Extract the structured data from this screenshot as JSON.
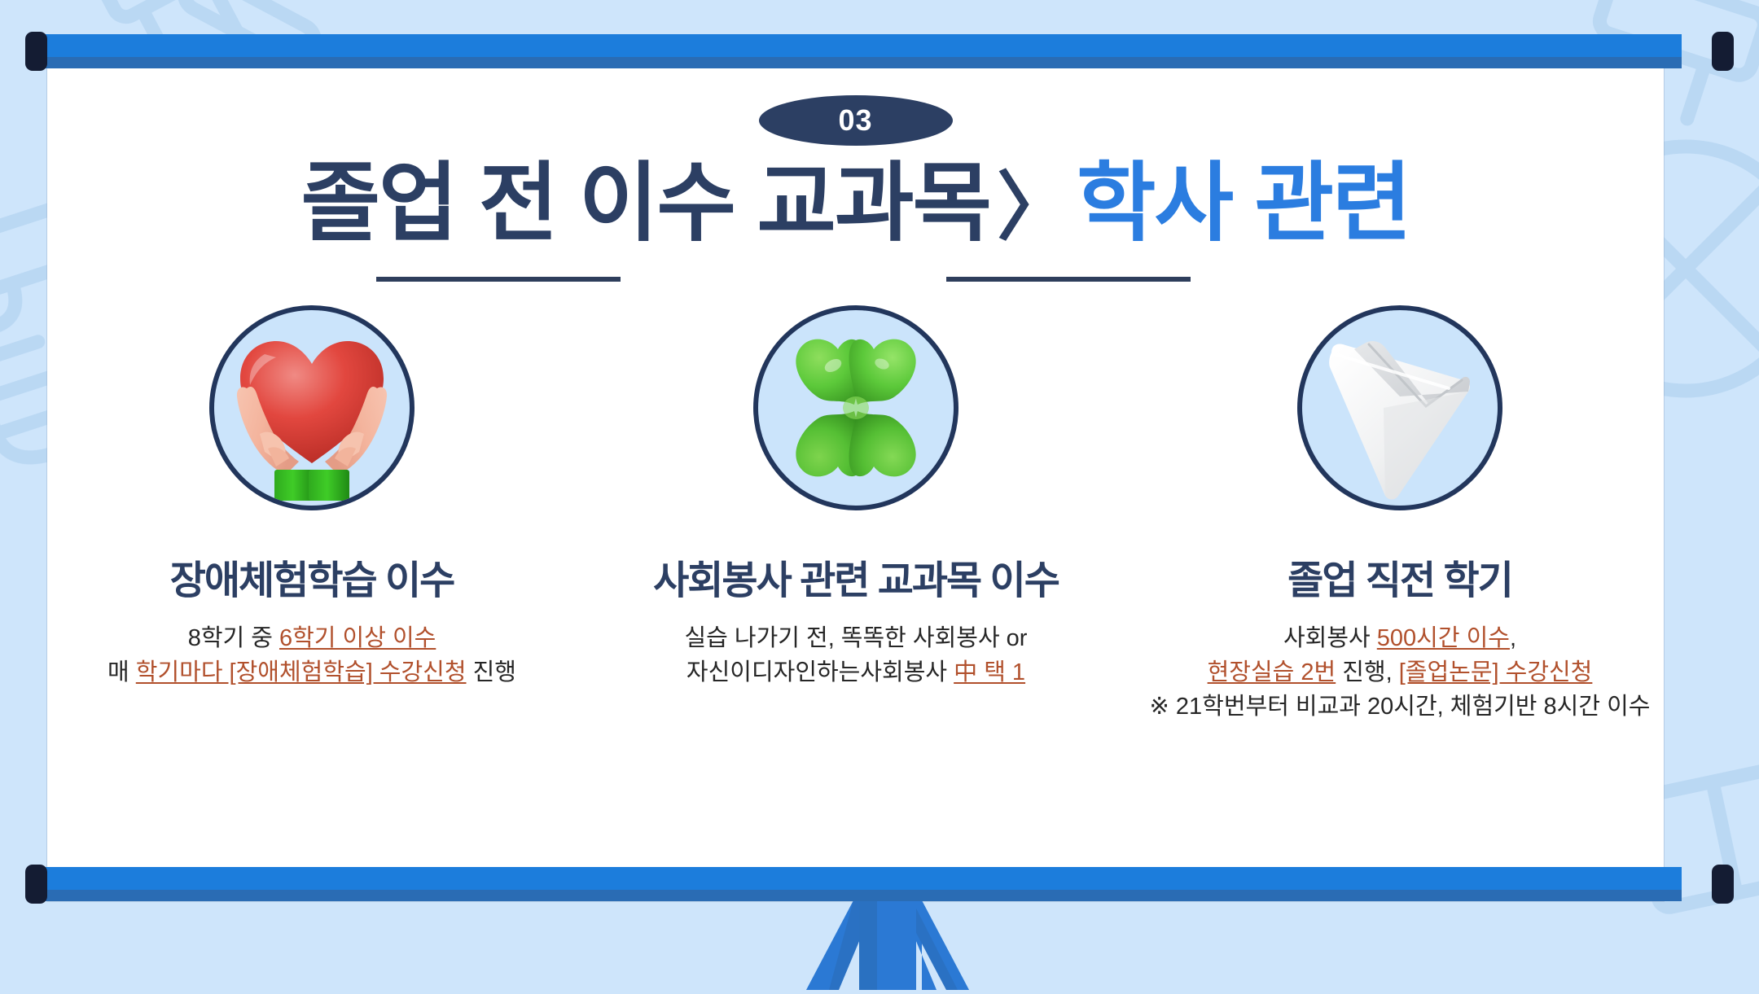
{
  "slide": {
    "badge_number": "03",
    "title_parts": {
      "navy": "졸업 전 이수 교과목",
      "chevron": "〉",
      "blue": "학사 관련"
    }
  },
  "colors": {
    "page_background": "#cee5fb",
    "board_background": "#ffffff",
    "bar_blue": "#1c7ddc",
    "bar_blue_dark": "#2a6cb4",
    "clip_navy": "#141c33",
    "title_navy": "#2c3f63",
    "title_blue": "#2b7de0",
    "circle_fill": "#cbe4fb",
    "circle_border": "#22365c",
    "connector": "#2e3e5c",
    "body_text": "#262626",
    "highlight_text": "#b1502c"
  },
  "columns": [
    {
      "icon_name": "heart-in-hands-icon",
      "heading": "장애체험학습 이수",
      "body_lines": [
        [
          {
            "text": "8학기 중 ",
            "highlight": false
          },
          {
            "text": "6학기 이상 이수",
            "highlight": true
          }
        ],
        [
          {
            "text": "매 ",
            "highlight": false
          },
          {
            "text": "학기마다 [장애체험학습] 수강신청",
            "highlight": true
          },
          {
            "text": " 진행",
            "highlight": false
          }
        ]
      ]
    },
    {
      "icon_name": "four-leaf-clover-icon",
      "heading": "사회봉사 관련 교과목 이수",
      "body_lines": [
        [
          {
            "text": "실습 나가기 전, 똑똑한 사회봉사 or",
            "highlight": false
          }
        ],
        [
          {
            "text": "자신이디자인하는사회봉사 ",
            "highlight": false
          },
          {
            "text": "中 택 1",
            "highlight": true
          }
        ]
      ]
    },
    {
      "icon_name": "document-paper-icon",
      "heading": "졸업 직전 학기",
      "body_lines": [
        [
          {
            "text": "사회봉사 ",
            "highlight": false
          },
          {
            "text": "500시간 이수",
            "highlight": true
          },
          {
            "text": ",",
            "highlight": false
          }
        ],
        [
          {
            "text": "현장실습 2번",
            "highlight": true
          },
          {
            "text": " 진행, ",
            "highlight": false
          },
          {
            "text": "[졸업논문] 수강신청",
            "highlight": true
          }
        ],
        [
          {
            "text": "※ 21학번부터 비교과 20시간, 체험기반 8시간 이수",
            "highlight": false
          }
        ]
      ]
    }
  ],
  "decorations": {
    "top_clip_left": "board-clip",
    "top_clip_right": "board-clip",
    "bottom_clip_left": "board-clip",
    "bottom_clip_right": "board-clip",
    "stand": "tripod-stand"
  }
}
